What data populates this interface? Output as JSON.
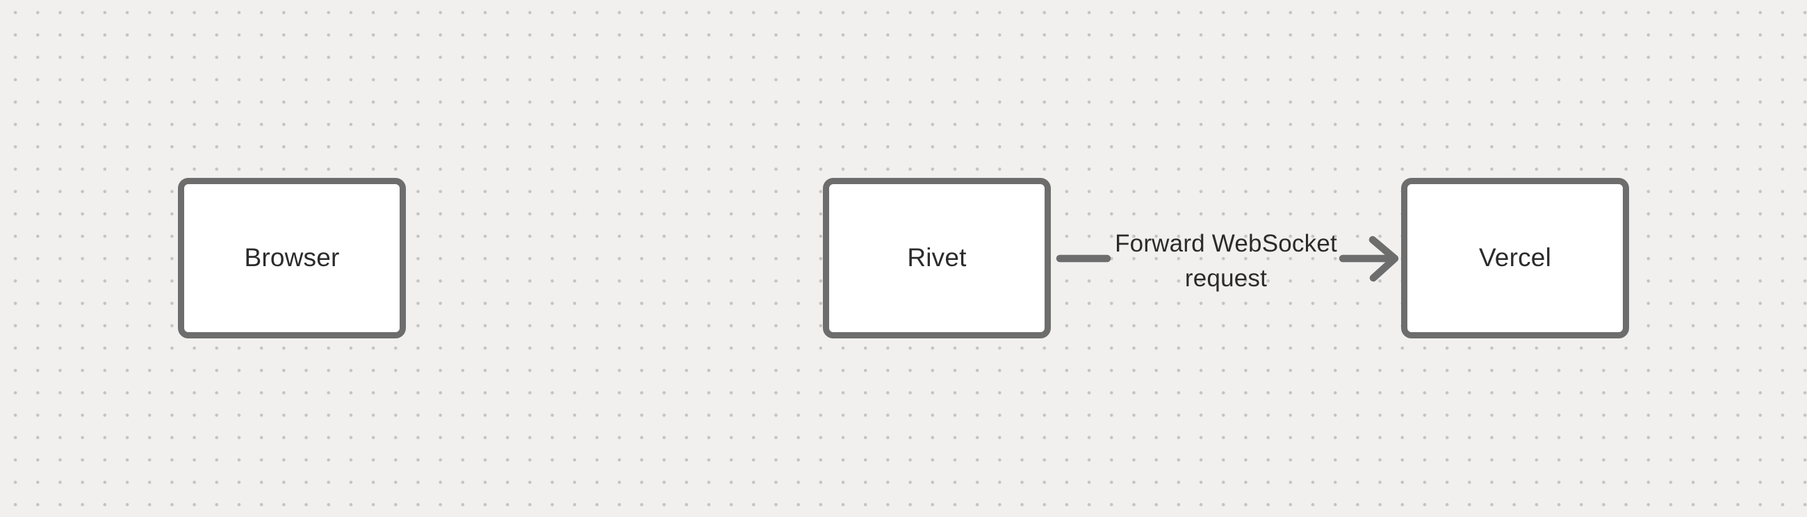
{
  "canvas": {
    "background_color": "#f1f0ef",
    "dot_grid_color": "#c6c4c3",
    "stroke_color": "#6d6d6d",
    "text_color": "#2b2b2b",
    "node_fill_color": "#ffffff"
  },
  "nodes": [
    {
      "id": "browser",
      "label": "Browser"
    },
    {
      "id": "rivet",
      "label": "Rivet"
    },
    {
      "id": "vercel",
      "label": "Vercel"
    }
  ],
  "edges": [
    {
      "from": "rivet",
      "to": "vercel",
      "label": "Forward WebSocket request",
      "label_lines": [
        "Forward WebSocket",
        "request"
      ]
    }
  ]
}
